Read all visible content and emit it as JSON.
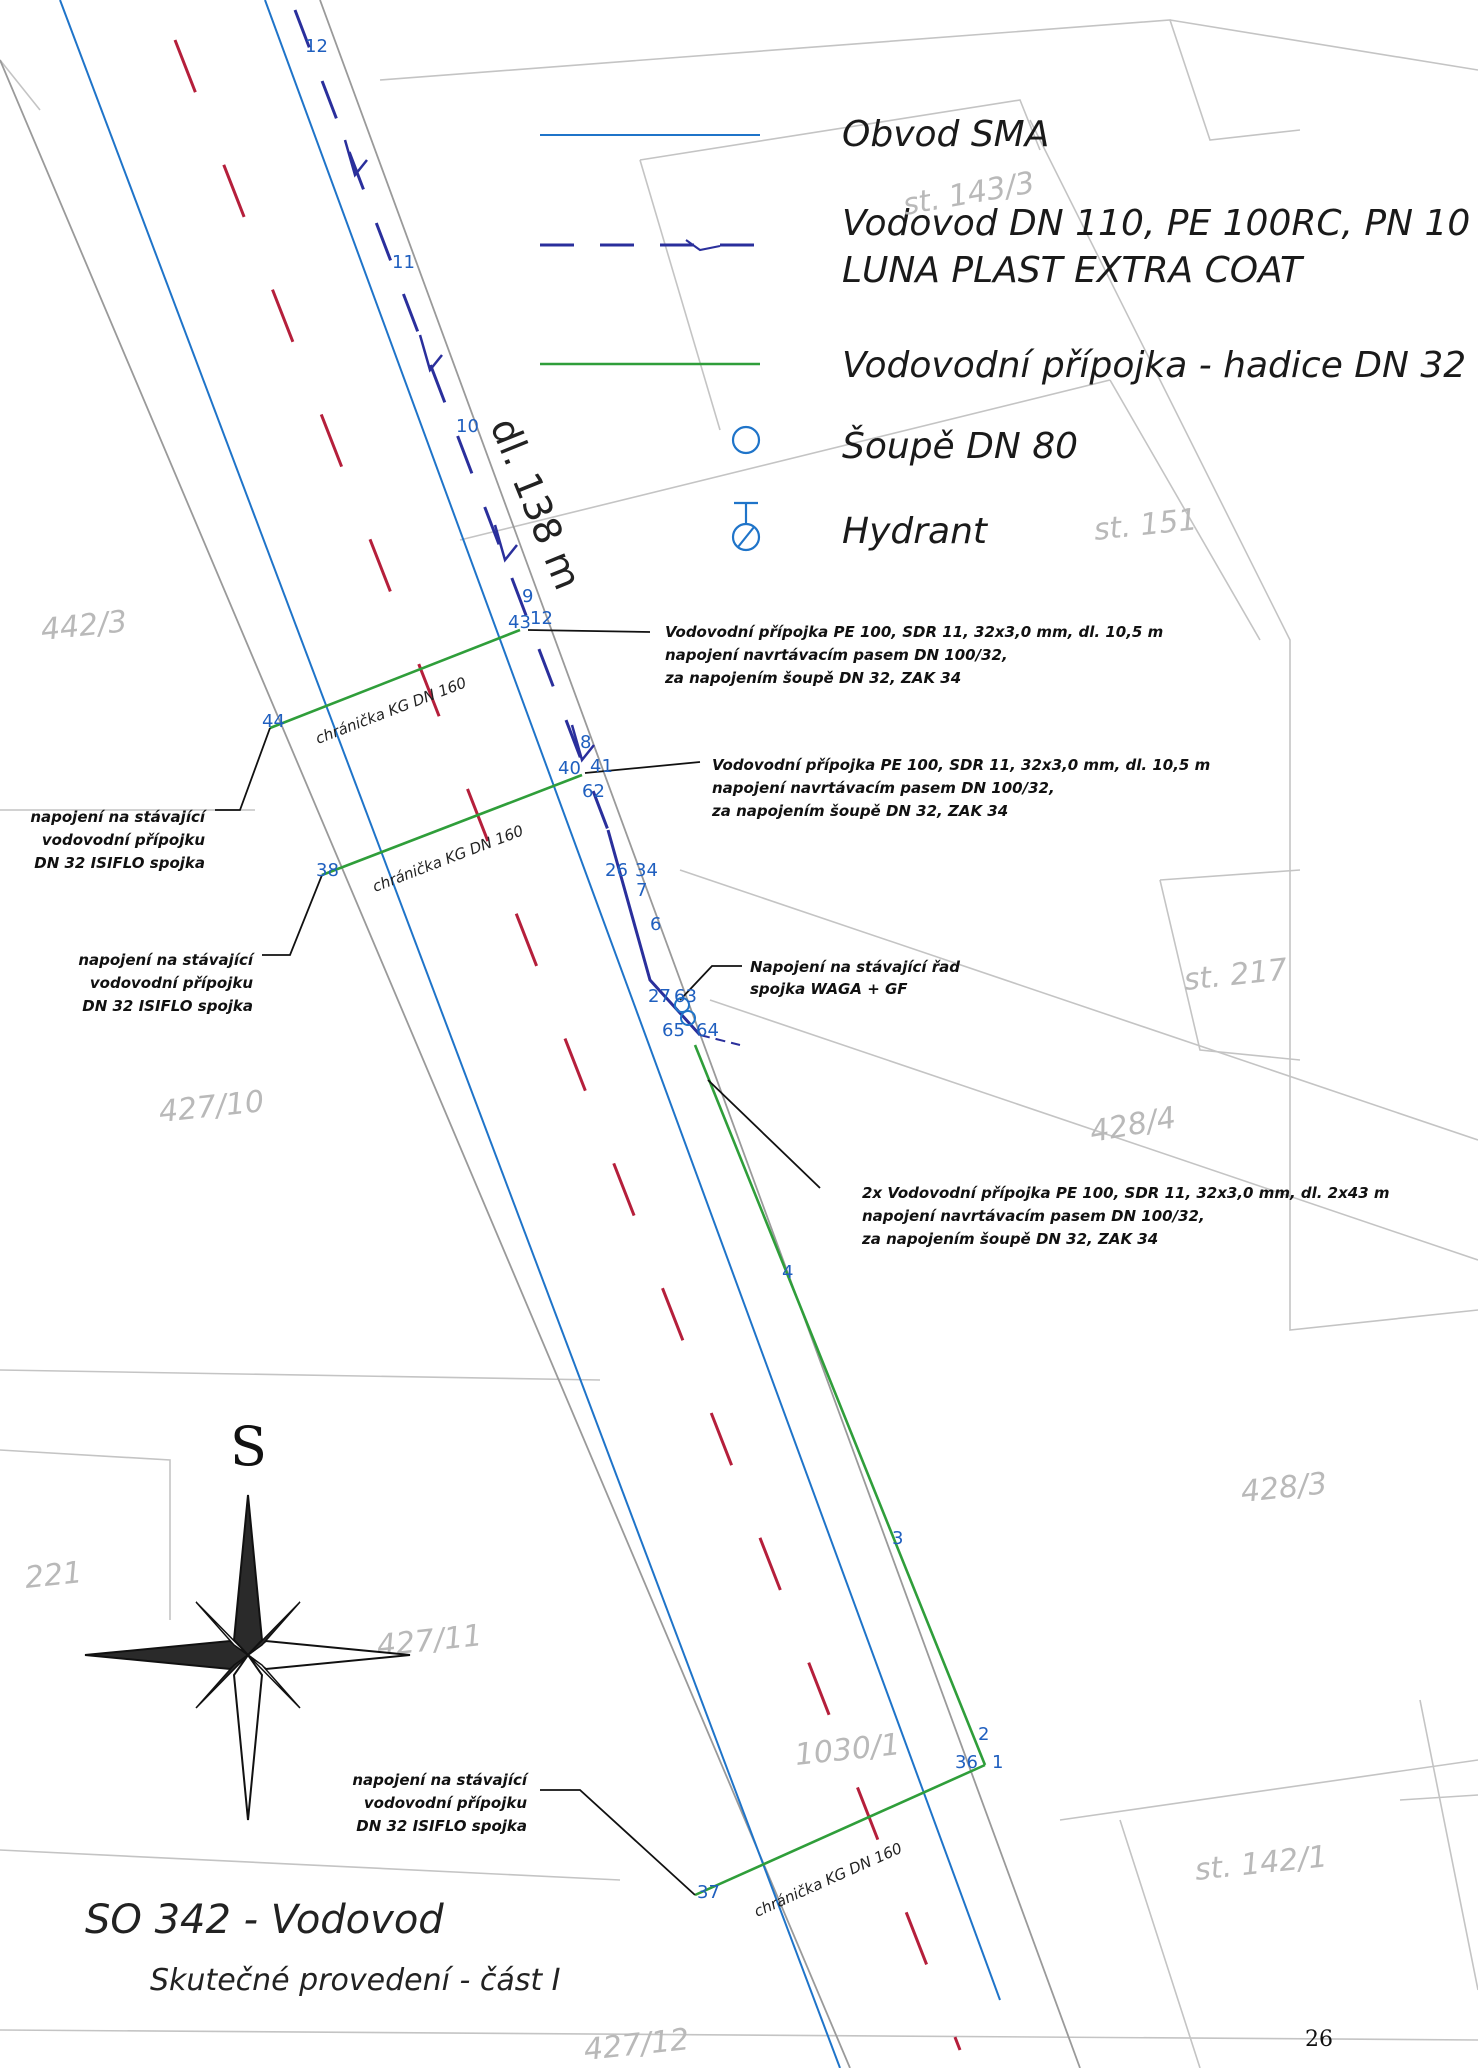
{
  "legend": {
    "items": [
      {
        "label": "Obvod SMA",
        "symbol": "sma-line"
      },
      {
        "label": "Vodovod DN 110, PE 100RC, PN 10",
        "label2": "LUNA PLAST EXTRA COAT",
        "symbol": "water-main-line"
      },
      {
        "label": "Vodovodní přípojka - hadice DN 32",
        "symbol": "connection-line"
      },
      {
        "label": "Šoupě DN 80",
        "symbol": "valve-icon"
      },
      {
        "label": "Hydrant",
        "symbol": "hydrant-icon"
      }
    ]
  },
  "distance_label": "dl. 138 m",
  "parcels": [
    "st. 143/3",
    "st. 151",
    "442/3",
    "st. 217",
    "427/10",
    "428/4",
    "428/3",
    "221",
    "427/11",
    "1030/1",
    "st. 142/1",
    "427/12"
  ],
  "points": [
    "12",
    "11",
    "10",
    "9",
    "43",
    "12",
    "44",
    "8",
    "40",
    "41",
    "62",
    "38",
    "26",
    "34",
    "7",
    "6",
    "27",
    "63",
    "65",
    "64",
    "4",
    "3",
    "2",
    "36",
    "1",
    "37"
  ],
  "sleeve_label": "chránička KG DN 160",
  "notes": {
    "conn1": [
      "Vodovodní přípojka PE 100, SDR 11, 32x3,0 mm, dl. 10,5 m",
      "napojení navrtávacím pasem DN 100/32,",
      "za napojením šoupě DN 32, ZAK 34"
    ],
    "conn2": [
      "Vodovodní přípojka PE 100, SDR 11, 32x3,0 mm, dl. 10,5 m",
      "napojení navrtávacím pasem DN 100/32,",
      "za napojením šoupě DN 32, ZAK 34"
    ],
    "conn3": [
      "2x Vodovodní přípojka PE 100, SDR 11, 32x3,0 mm, dl. 2x43 m",
      "napojení navrtávacím pasem DN 100/32,",
      "za napojením šoupě DN 32, ZAK 34"
    ],
    "existing": [
      "napojení na stávající",
      "vodovodní přípojku",
      "DN 32 ISIFLO spojka"
    ],
    "main_joint": [
      "Napojení na stávající řad",
      "spojka WAGA + GF"
    ]
  },
  "compass_label": "S",
  "title": "SO 342 - Vodovod",
  "subtitle": "Skutečné provedení - část I",
  "page_number": "26",
  "colors": {
    "sma": "#1f74c9",
    "water_main": "#2a2f9c",
    "connection": "#2f9e3a",
    "road_center": "#b51f3b",
    "parcel_line": "#bdbdbd",
    "point_label": "#1f5fbf"
  }
}
